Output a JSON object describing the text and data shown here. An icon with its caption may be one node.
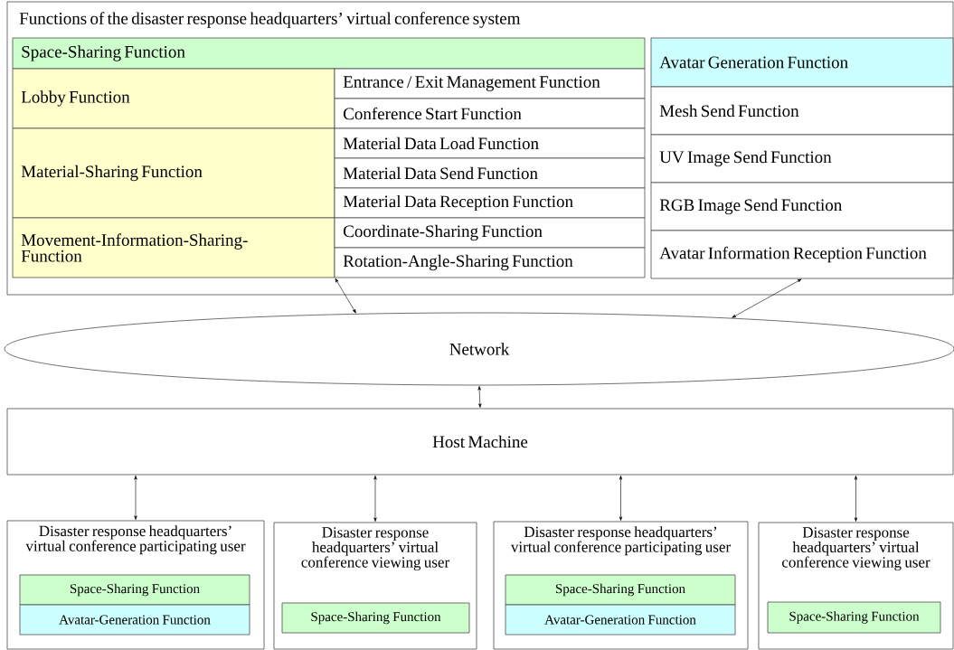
{
  "diagram": {
    "nodes": [
      {
        "text": [
          "Functions of the disaster response headquarters’ virtual conference system"
        ]
      },
      {
        "text": [
          "Space-Sharing Function"
        ],
        "in": 0
      },
      {
        "text": [
          "Lobby Function"
        ],
        "in": 0
      },
      {
        "text": [
          "Entrance / Exit Management Function"
        ],
        "in": 0
      },
      {
        "text": [
          "Conference Start Function"
        ],
        "in": 0
      },
      {
        "text": [
          "Material-Sharing Function"
        ],
        "in": 0
      },
      {
        "text": [
          "Material Data Load Function"
        ],
        "in": 0
      },
      {
        "text": [
          "Material Data Send Function"
        ],
        "in": 0
      },
      {
        "text": [
          "Material Data Reception Function"
        ],
        "in": 0
      },
      {
        "text": [
          "Movement-Information-Sharing-Function"
        ],
        "in": 0
      },
      {
        "text": [
          "Coordinate-Sharing Function"
        ],
        "in": 0
      },
      {
        "text": [
          "Rotation-Angle-Sharing Function"
        ],
        "in": 0
      },
      {
        "text": [
          "Avatar Generation Function"
        ],
        "in": 0
      },
      {
        "text": [
          "Mesh Send Function"
        ],
        "in": 0
      },
      {
        "text": [
          "UV Image Send Function"
        ],
        "in": 0
      },
      {
        "text": [
          "RGB Image Send Function"
        ],
        "in": 0
      },
      {
        "text": [
          "Avatar Information Reception Function"
        ],
        "in": 0
      },
      {
        "text": [
          "Network"
        ]
      },
      {
        "text": [
          "Host Machine"
        ]
      },
      {
        "text": [
          "Disaster response headquarters’ virtual conference participating user"
        ]
      },
      {
        "text": [
          "Space-Sharing Function"
        ],
        "in": 19
      },
      {
        "text": [
          "Avatar-Generation Function"
        ],
        "in": 19
      },
      {
        "text": [
          "Disaster response headquarters’ virtual conference viewing user"
        ]
      },
      {
        "text": [
          "Space-Sharing Function"
        ],
        "in": 22
      },
      {
        "text": [
          "Disaster response headquarters’ virtual conference participating user"
        ]
      },
      {
        "text": [
          "Space-Sharing Function"
        ],
        "in": 24
      },
      {
        "text": [
          "Avatar-Generation Function"
        ],
        "in": 24
      },
      {
        "text": [
          "Disaster response headquarters’ virtual conference viewing user"
        ]
      },
      {
        "text": [
          "Space-Sharing Function"
        ],
        "in": 27
      }
    ],
    "edges": [
      {
        "from": 17,
        "to": 9,
        "arrow": "both"
      },
      {
        "from": 17,
        "to": 16,
        "arrow": "both"
      },
      {
        "from": 17,
        "to": 18,
        "arrow": "both"
      },
      {
        "from": 18,
        "to": 19,
        "arrow": "both"
      },
      {
        "from": 18,
        "to": 22,
        "arrow": "both"
      },
      {
        "from": 18,
        "to": 24,
        "arrow": "both"
      },
      {
        "from": 18,
        "to": 27,
        "arrow": "both"
      }
    ]
  }
}
